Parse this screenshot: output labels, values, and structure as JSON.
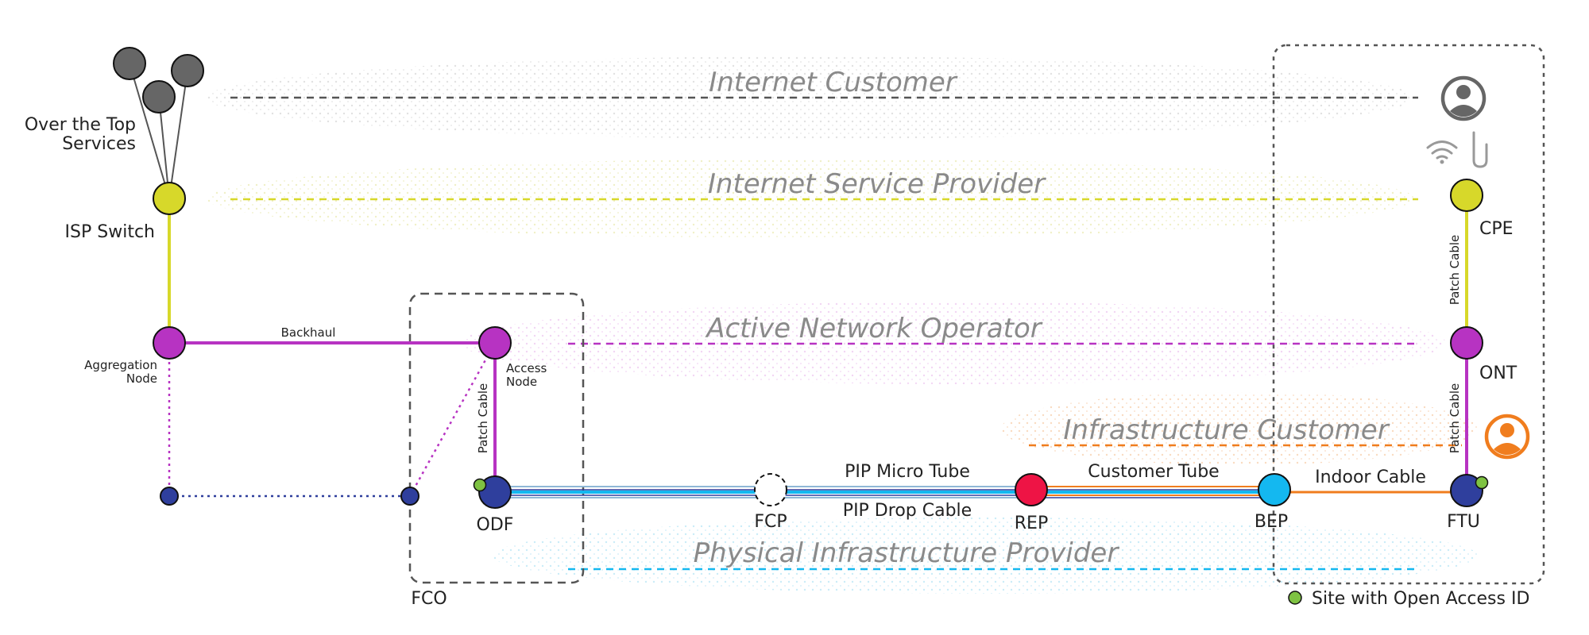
{
  "layers": {
    "internet_customer": "Internet Customer",
    "isp": "Internet Service Provider",
    "ano": "Active Network Operator",
    "infra_customer": "Infrastructure Customer",
    "pip": "Physical Infrastructure Provider"
  },
  "nodes": {
    "ott": [
      "Over the Top",
      "Services"
    ],
    "isp_switch": "ISP Switch",
    "aggregation": [
      "Aggregation",
      "Node"
    ],
    "access": [
      "Access",
      "Node"
    ],
    "odf": "ODF",
    "fco": "FCO",
    "fcp": "FCP",
    "rep": "REP",
    "bep": "BEP",
    "ftu": "FTU",
    "ont": "ONT",
    "cpe": "CPE"
  },
  "cables": {
    "backhaul": "Backhaul",
    "patch_access": "Patch Cable",
    "patch_ont": "Patch Cable",
    "patch_cpe": "Patch Cable",
    "micro_tube": "PIP Micro Tube",
    "drop_cable": "PIP Drop Cable",
    "customer_tube": "Customer Tube",
    "indoor_cable": "Indoor Cable"
  },
  "legend": {
    "open_access": "Site with Open Access ID"
  },
  "colors": {
    "yellow": "#d7d82a",
    "magenta": "#b733c2",
    "navy": "#2f3f9d",
    "cyan": "#14b8f0",
    "red": "#ee1445",
    "orange": "#f07d1e",
    "green": "#7ec242",
    "gray": "#6a6a6a"
  },
  "icons": [
    "person-circle-icon",
    "wifi-icon",
    "cable-plug-icon",
    "person-circle-orange-icon"
  ]
}
